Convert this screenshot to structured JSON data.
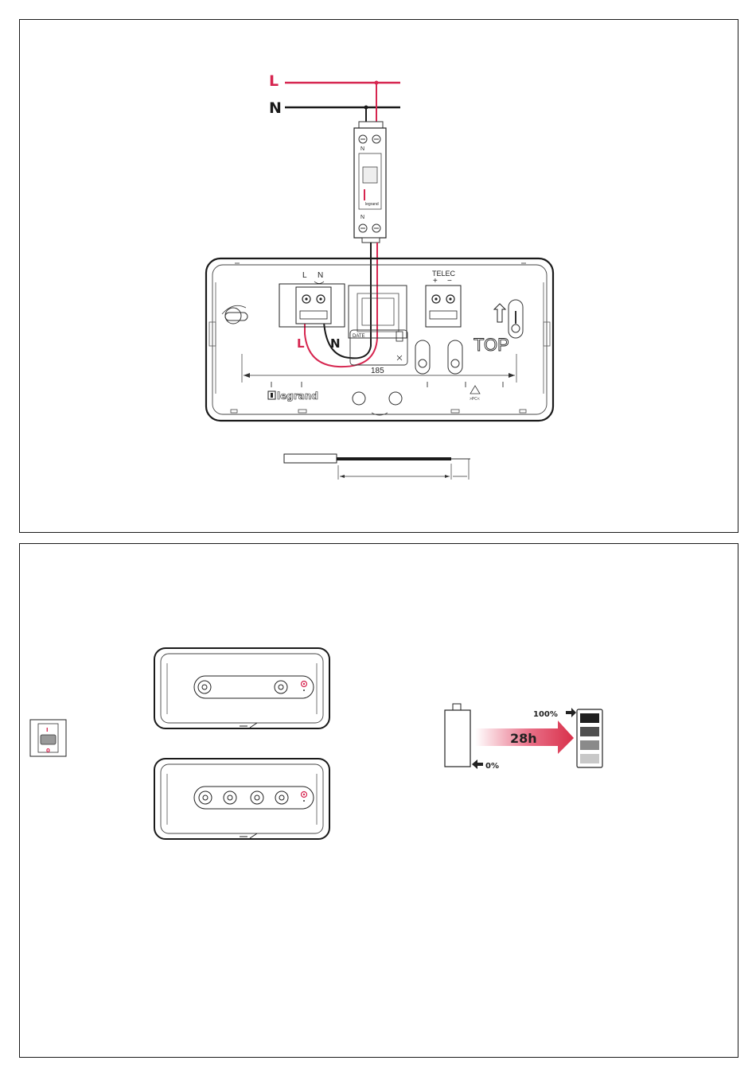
{
  "wiring": {
    "line_label": "L",
    "neutral_label": "N",
    "breaker": {
      "top_label": "N",
      "bottom_label": "N",
      "brand": "legrand"
    },
    "base": {
      "terminal_l": "L",
      "terminal_n": "N",
      "telec_label": "TELEC",
      "telec_plus": "+",
      "telec_minus": "−",
      "wire_l_label": "L",
      "wire_n_label": "N",
      "data_label": "DATE",
      "dimension": "185",
      "top_text": "TOP",
      "brand": "legrand",
      "recycle_label": ">PC<"
    }
  },
  "battery_panel": {
    "switch_on": "I",
    "switch_off": "0",
    "full_label": "100%",
    "empty_label": "0%",
    "charge_time": "28h"
  },
  "colors": {
    "line_red": "#d6254f",
    "neutral_black": "#1a1a1a",
    "arrow_red": "#d8304a"
  }
}
